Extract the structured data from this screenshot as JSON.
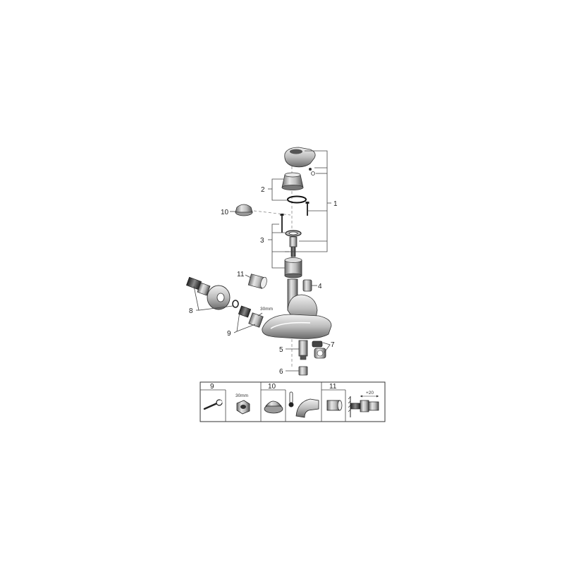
{
  "callouts": {
    "c1": "1",
    "c2": "2",
    "c3": "3",
    "c4": "4",
    "c5": "5",
    "c6": "6",
    "c7": "7",
    "c8": "8",
    "c9": "9",
    "c10": "10",
    "c11": "11"
  },
  "nut_size_label": "30mm",
  "legend": {
    "h9": "9",
    "h10": "10",
    "h11": "11",
    "size_label": "30mm",
    "dim_label": "+20"
  }
}
